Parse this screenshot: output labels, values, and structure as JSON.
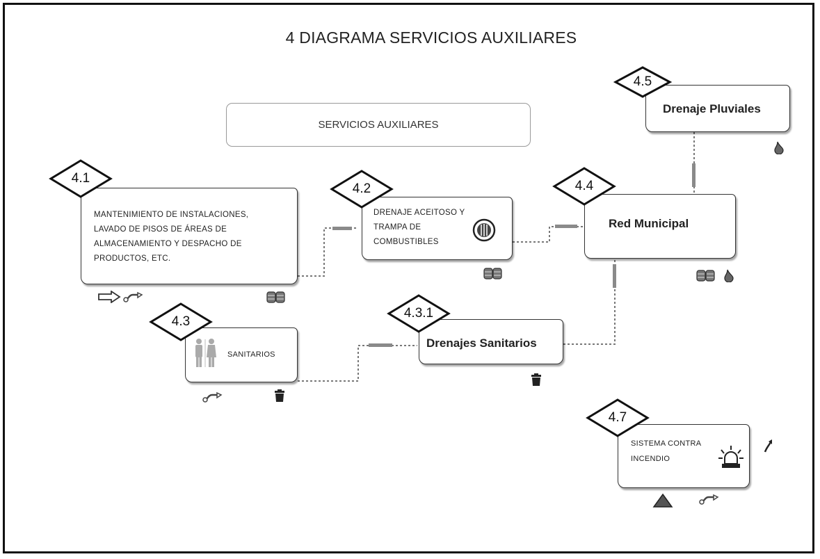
{
  "title": "4 DIAGRAMA SERVICIOS AUXILIARES",
  "header": "SERVICIOS AUXILIARES",
  "nodes": {
    "n41": {
      "code": "4.1",
      "lines": [
        "MANTENIMIENTO DE INSTALACIONES,",
        "LAVADO DE PISOS DE ÁREAS DE",
        "ALMACENAMIENTO Y DESPACHO DE",
        "PRODUCTOS, ETC."
      ]
    },
    "n42": {
      "code": "4.2",
      "lines": [
        "DRENAJE ACEITOSO Y",
        "TRAMPA DE",
        "COMBUSTIBLES"
      ]
    },
    "n43": {
      "code": "4.3",
      "label": "SANITARIOS"
    },
    "n431": {
      "code": "4.3.1",
      "label": "Drenajes Sanitarios"
    },
    "n44": {
      "code": "4.4",
      "label": "Red Municipal"
    },
    "n45": {
      "code": "4.5",
      "label": "Drenaje Pluviales"
    },
    "n47": {
      "code": "4.7",
      "lines": [
        "SISTEMA CONTRA",
        "INCENDIO"
      ]
    }
  },
  "icons": [
    "arrow-outline-icon",
    "hose-icon",
    "coins-icon",
    "drop-icon",
    "trash-icon",
    "warning-triangle-icon",
    "siren-icon",
    "people-icon",
    "oil-trap-icon",
    "curved-arrow-icon"
  ]
}
